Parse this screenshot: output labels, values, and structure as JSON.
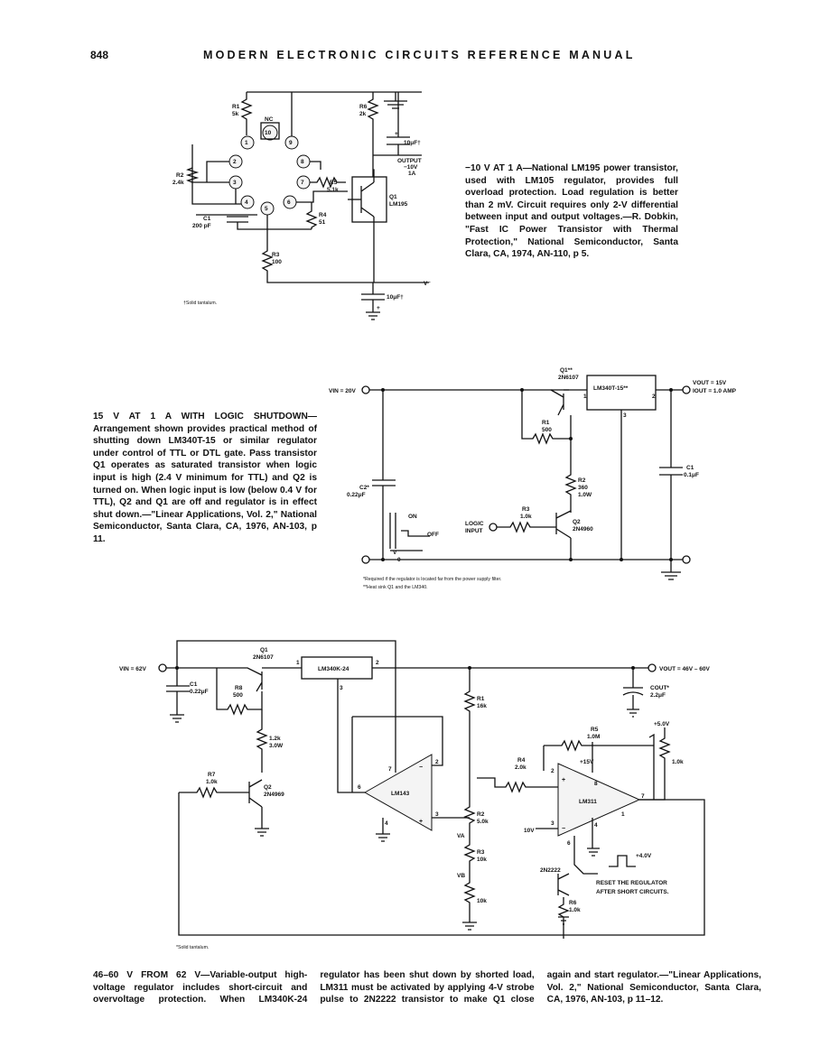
{
  "page": {
    "number": "848",
    "running_head": "MODERN ELECTRONIC CIRCUITS REFERENCE MANUAL"
  },
  "circuit1": {
    "caption": "−10 V AT 1 A—National LM195 power transistor, used with LM105 regulator, provides full overload protection. Load regulation is better than 2 mV. Circuit requires only 2-V differential between input and output voltages.—R. Dobkin, \"Fast IC Power Transistor with Thermal Protection,\" National Semiconductor, Santa Clara, CA, 1974, AN-110, p 5.",
    "footnote": "†Solid tantalum.",
    "labels": {
      "r1": "R1",
      "r1v": "5k",
      "r6": "R6",
      "r6v": "2k",
      "r2": "R2",
      "r2v": "2.4k",
      "r5": "R5",
      "r5v": "5.1k",
      "r4": "R4",
      "r4v": "51",
      "r3": "R3",
      "r3v": "100",
      "c1": "C1",
      "c1v": "200 pF",
      "nc": "NC",
      "cap_top": "10μF†",
      "cap_bot": "10μF†",
      "output": "OUTPUT",
      "out_v": "−10V",
      "out_i": "1A",
      "q1": "Q1",
      "q1p": "LM195",
      "vminus": "V⁻",
      "plus": "+",
      "p1": "1",
      "p2": "2",
      "p3": "3",
      "p4": "4",
      "p5": "5",
      "p6": "6",
      "p7": "7",
      "p8": "8",
      "p9": "9",
      "p10": "10"
    }
  },
  "circuit2": {
    "caption": "15 V AT 1 A WITH LOGIC SHUTDOWN—Arrangement shown provides practical method of shutting down LM340T-15 or similar regulator under control of TTL or DTL gate. Pass transistor Q1 operates as saturated transistor when logic input is high (2.4 V minimum for TTL) and Q2 is turned on. When logic input is low (below 0.4 V for TTL), Q2 and Q1 are off and regulator is in effect shut down.—\"Linear Applications, Vol. 2,\" National Semiconductor, Santa Clara, CA, 1976, AN-103, p 11.",
    "footnote1": "*Required if the regulator is located far from the power supply filter.",
    "footnote2": "**Heat sink Q1 and the LM340.",
    "labels": {
      "vin": "VIN = 20V",
      "q1": "Q1**",
      "q1p": "2N6107",
      "reg": "LM340T-15**",
      "pin1": "1",
      "pin2": "2",
      "pin3": "3",
      "vout": "VOUT = 15V",
      "iout": "IOUT = 1.0 AMP",
      "r1": "R1",
      "r1v": "500",
      "r2": "R2",
      "r2v": "360",
      "r2w": "1.0W",
      "r3": "R3",
      "r3v": "1.0k",
      "q2": "Q2",
      "q2p": "2N4960",
      "c1": "C1",
      "c1v": "0.1μF",
      "c2": "C2*",
      "c2v": "0.22μF",
      "logic": "LOGIC",
      "input": "INPUT",
      "on": "ON",
      "off": "OFF",
      "v": "V",
      "zero": "0"
    }
  },
  "circuit3": {
    "caption": "46–60 V FROM 62 V—Variable-output high-voltage regulator includes short-circuit and overvoltage protection. When LM340K-24 regulator has been shut down by shorted load, LM311 must be activated by applying 4-V strobe pulse to 2N2222 transistor to make Q1 close again and start regulator.—\"Linear Applications, Vol. 2,\" National Semiconductor, Santa Clara, CA, 1976, AN-103, p 11–12.",
    "footnote": "*Solid tantalum.",
    "labels": {
      "vin": "VIN = 62V",
      "q1": "Q1",
      "q1p": "2N6107",
      "reg": "LM340K-24",
      "pin1": "1",
      "pin2": "2",
      "pin3": "3",
      "vout": "VOUT = 46V – 60V",
      "cout": "COUT*",
      "coutv": "2.2μF",
      "c1": "C1",
      "c1v": "0.22μF",
      "r8": "R8",
      "r8v": "500",
      "r12": "1.2k",
      "r12w": "3.0W",
      "r7": "R7",
      "r7v": "1.0k",
      "q2": "Q2",
      "q2p": "2N4969",
      "r1": "R1",
      "r1v": "16k",
      "r2": "R2",
      "r2v": "5.0k",
      "r3": "R3",
      "r3v": "10k",
      "r10k": "10k",
      "va": "VA",
      "vb": "VB",
      "lm143": "LM143",
      "lm311": "LM311",
      "r4": "R4",
      "r4v": "2.0k",
      "r5": "R5",
      "r5v": "1.0M",
      "r6": "R6",
      "r6v": "1.0k",
      "r1k": "1.0k",
      "plus5": "+5.0V",
      "plus15": "+15V",
      "tenv": "10V",
      "plus4": "+4.0V",
      "t2n2222": "2N2222",
      "reset1": "RESET THE REGULATOR",
      "reset2": "AFTER SHORT CIRCUITS.",
      "a7": "7",
      "a2": "2",
      "a6": "6",
      "a4": "4",
      "a3": "3",
      "b2": "2",
      "b8": "8",
      "b7": "7",
      "b1": "1",
      "b3": "3",
      "b4": "4",
      "b6": "6",
      "plus": "+",
      "minus": "−"
    }
  }
}
